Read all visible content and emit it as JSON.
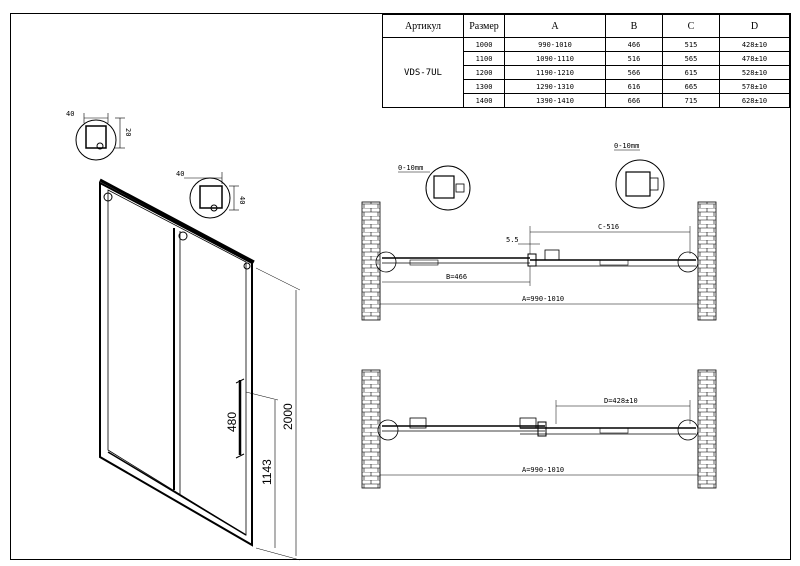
{
  "spec_table": {
    "headers": [
      "Артикул",
      "Размер",
      "A",
      "B",
      "C",
      "D"
    ],
    "article": "VDS-7UL",
    "rows": [
      [
        "1000",
        "990-1010",
        "466",
        "515",
        "428±10"
      ],
      [
        "1100",
        "1090-1110",
        "516",
        "565",
        "478±10"
      ],
      [
        "1200",
        "1190-1210",
        "566",
        "615",
        "528±10"
      ],
      [
        "1300",
        "1290-1310",
        "616",
        "665",
        "578±10"
      ],
      [
        "1400",
        "1390-1410",
        "666",
        "715",
        "628±10"
      ]
    ]
  },
  "iso_view": {
    "detail1": {
      "w": "40",
      "h": "20"
    },
    "detail2": {
      "w": "40",
      "h": "40"
    },
    "height_total": "2000",
    "height_handle": "1143",
    "handle_len": "480"
  },
  "plan_top": {
    "gap_left": "0-10mm",
    "gap_right": "0-10mm",
    "c_dim": "C-516",
    "overlap": "5.5",
    "b_dim": "B=466",
    "a_dim": "A=990-1010"
  },
  "plan_bottom": {
    "d_dim": "D=428±10",
    "a_dim": "A=990-1010"
  },
  "colors": {
    "ink": "#000000",
    "paper": "#ffffff"
  }
}
